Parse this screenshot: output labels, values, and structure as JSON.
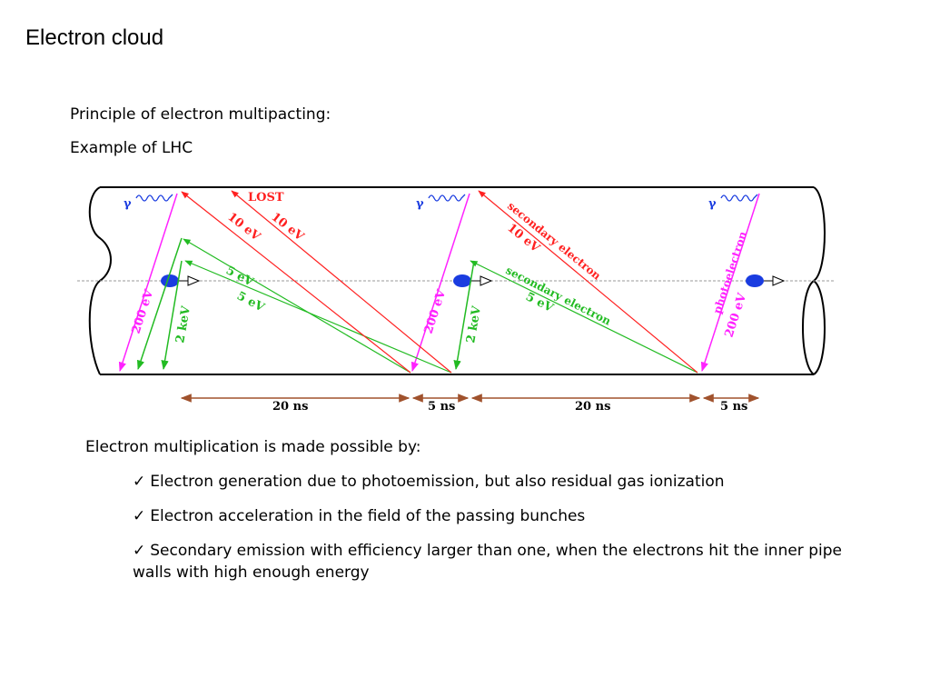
{
  "title": "Electron cloud",
  "subtitle": "Principle of electron multipacting:",
  "example": "Example of LHC",
  "diagram": {
    "gamma": "γ",
    "lost": "LOST",
    "e10a": "10 eV",
    "e10b": "10 eV",
    "e10c": "10 eV",
    "e5a": "5 eV",
    "e5b": "5 eV",
    "e5c": "5 eV",
    "e200a": "200 eV",
    "e200b": "200 eV",
    "e200c": "200 eV",
    "k2a": "2 keV",
    "k2b": "2 keV",
    "sec1": "secondary electron",
    "sec2": "secondary electron",
    "photo": "photoelectron",
    "t20a": "20 ns",
    "t5a": "5 ns",
    "t20b": "20 ns",
    "t5b": "5 ns",
    "colors": {
      "red": "#ff2020",
      "green": "#22bb22",
      "magenta": "#ff22ff",
      "blue": "#1a3ce0",
      "brown": "#a0522d"
    }
  },
  "lead": "Electron multiplication is made possible by:",
  "check": "✓",
  "bullets": [
    "Electron generation due to photoemission, but also residual gas ionization",
    "Electron acceleration in the field of the passing bunches",
    "Secondary emission with efficiency larger than one, when the electrons hit the inner pipe walls with high enough energy"
  ]
}
